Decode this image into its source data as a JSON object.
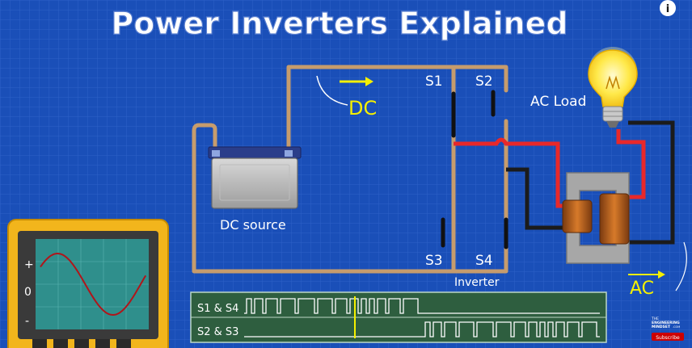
{
  "title": "Power Inverters Explained",
  "labels": {
    "dc": "DC",
    "s1": "S1",
    "s2": "S2",
    "s3": "S3",
    "s4": "S4",
    "ac_load": "AC Load",
    "dc_source": "DC source",
    "inverter": "Inverter",
    "ac": "AC"
  },
  "scope": {
    "plus": "+",
    "zero": "0",
    "minus": "-"
  },
  "timing": {
    "row1": "S1 & S4",
    "row2": "S2 & S3"
  },
  "logo": {
    "line1": "THE",
    "line2": "ENGINEERING",
    "line3": "MINDSET",
    "line4": ".COM"
  },
  "subscribe_label": "Subscribe",
  "info_icon": "i",
  "colors": {
    "background": "#1a4fb8",
    "wire": "#c69c6d",
    "red_wire": "#e8282a",
    "black_wire": "#1b1b1b",
    "label_yellow": "#f5f000",
    "scope_body": "#f2b51c",
    "scope_screen": "#2f8f8c",
    "timing_panel": "#2e5e3f"
  }
}
